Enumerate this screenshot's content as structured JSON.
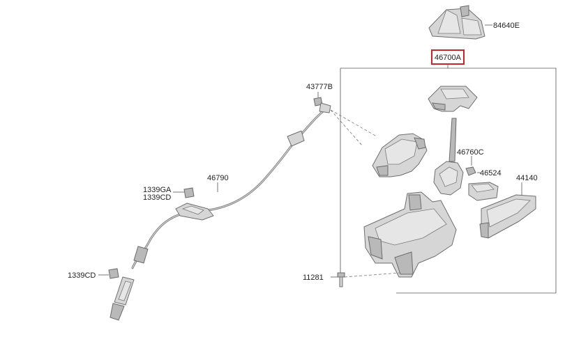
{
  "labels": {
    "boot": "84640E",
    "assembly": "46700A",
    "clip": "43777B",
    "cable": "46790",
    "grommet_bolt_a": "1339GA",
    "grommet_bolt_b": "1339CD",
    "nut": "1339CD",
    "lever": "46760C",
    "sensor": "46524",
    "unit": "44140",
    "bolt": "11281"
  },
  "colors": {
    "highlight": "#c0262c",
    "part_fill": "#d6d6d6",
    "outline": "#6e6e6e"
  }
}
